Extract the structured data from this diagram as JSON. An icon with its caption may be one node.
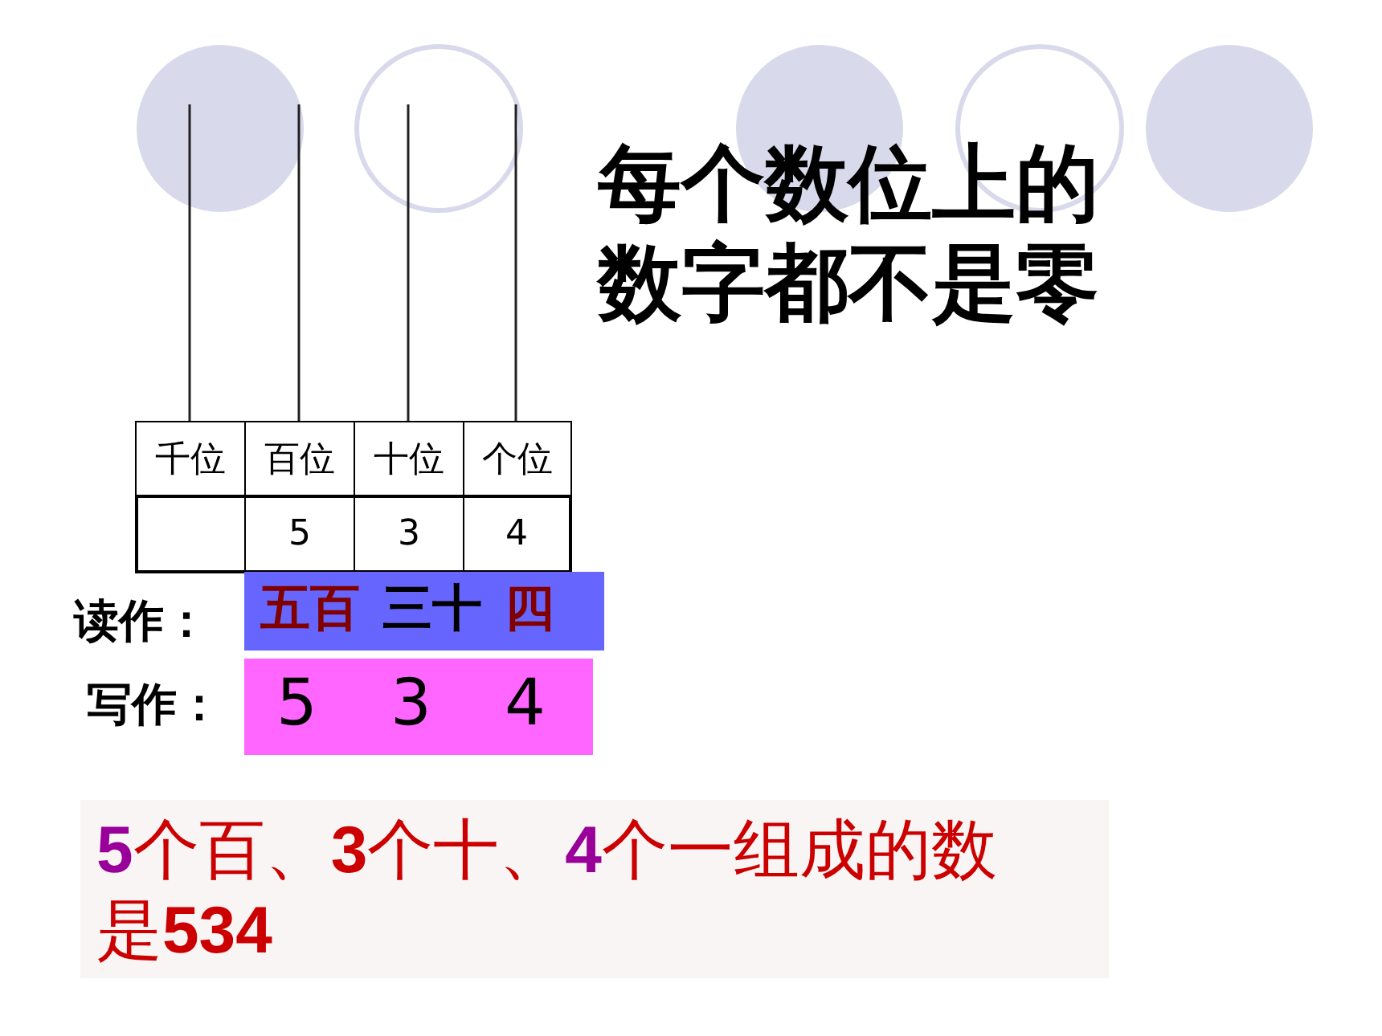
{
  "diagram": {
    "title": "每个数位上的数字都不是零",
    "nodes": [
      {
        "text": [
          "五百",
          "三十",
          "四"
        ]
      },
      {
        "text": [
          "5",
          "3",
          "4"
        ]
      },
      {
        "text": [
          "**5**个百、**3**个十、**4**个一组成的数是**534**"
        ]
      }
    ],
    "labels": [
      "千位",
      "百位",
      "十位",
      "个位",
      "5",
      "3",
      "4",
      "读作：",
      "写作："
    ]
  }
}
